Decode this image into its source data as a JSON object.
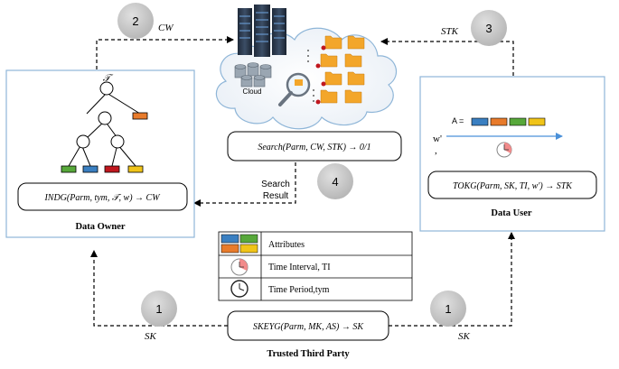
{
  "colors": {
    "panel_border": "#8fb6d8",
    "circle_fill": "#c8c8c8",
    "attr_blue": "#3a7fc1",
    "attr_orange": "#e87b2b",
    "attr_green": "#57a83a",
    "attr_yellow": "#f0c419",
    "attr_red": "#c0171e",
    "arrow_blue": "#4a90d9",
    "folder": "#f3a62a"
  },
  "steps": {
    "s1_left": "1",
    "s1_right": "1",
    "s2": "2",
    "s3": "3",
    "s4": "4"
  },
  "labels": {
    "cw": "CW",
    "stk": "STK",
    "sk_left": "SK",
    "sk_right": "SK",
    "search_result_line1": "Search",
    "search_result_line2": "Result",
    "cloud": "Cloud"
  },
  "data_owner": {
    "tree_symbol": "𝒯",
    "function": "INDG(Parm, tym, 𝒯, w) → CW",
    "title": "Data Owner"
  },
  "data_user": {
    "a_label": "A =",
    "w_label": "w'",
    "comma": ",",
    "function": "TOKG(Parm, SK, TI, w') → STK",
    "title": "Data User"
  },
  "cloud_box": {
    "function": "Search(Parm, CW, STK) → 0/1"
  },
  "ttp": {
    "function": "SKEYG(Parm, MK, AS) → SK",
    "title": "Trusted Third Party"
  },
  "legend": {
    "attributes": "Attributes",
    "time_interval": "Time Interval, TI",
    "time_period": "Time Period,tym"
  }
}
